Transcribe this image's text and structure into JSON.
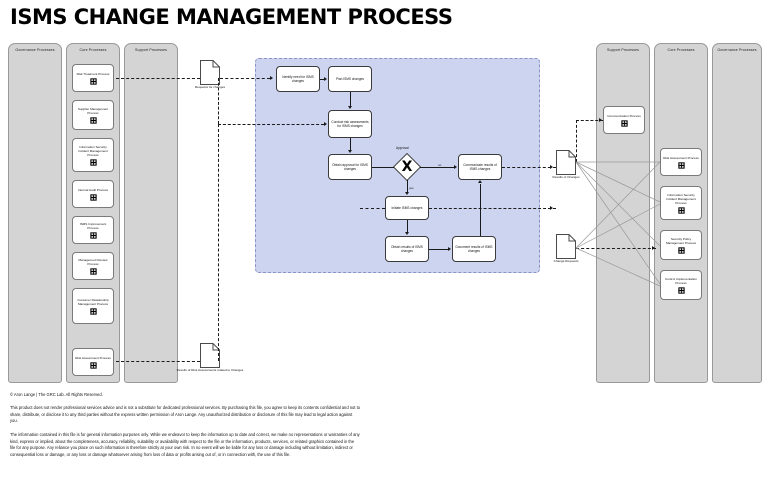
{
  "title": "ISMS CHANGE MANAGEMENT PROCESS",
  "lanes": {
    "left": [
      {
        "label": "Governance Processes"
      },
      {
        "label": "Core Processes"
      },
      {
        "label": "Support Processes"
      }
    ],
    "right": [
      {
        "label": "Support Processes"
      },
      {
        "label": "Core Processes"
      },
      {
        "label": "Governance Processes"
      }
    ]
  },
  "left_core_processes": [
    {
      "label": "Risk Treatment Process",
      "icon": "process-icon"
    },
    {
      "label": "Supplier Management Process",
      "icon": "process-icon"
    },
    {
      "label": "Information Security Incident Management Process",
      "icon": "process-icon"
    },
    {
      "label": "Internal Audit Process",
      "icon": "process-icon"
    },
    {
      "label": "ISMS Improvement Process",
      "icon": "process-icon"
    },
    {
      "label": "Management Review Process",
      "icon": "process-icon"
    },
    {
      "label": "Customer Relationship Management Process",
      "icon": "process-icon"
    },
    {
      "label": "Risk Assessment Process",
      "icon": "process-icon"
    }
  ],
  "right_support_processes": [
    {
      "label": "Communication Process",
      "icon": "process-icon"
    }
  ],
  "right_core_processes": [
    {
      "label": "Risk Assessment Process",
      "icon": "process-icon"
    },
    {
      "label": "Information Security Incident Management Process",
      "icon": "process-icon"
    },
    {
      "label": "Security Policy Management Process",
      "icon": "process-icon"
    },
    {
      "label": "Control Implementation Process",
      "icon": "process-icon"
    }
  ],
  "activities": [
    {
      "id": "identify",
      "label": "Identify need for ISMS changes"
    },
    {
      "id": "plan",
      "label": "Plan ISMS changes"
    },
    {
      "id": "conduct",
      "label": "Conduct risk assessments for ISMS changes"
    },
    {
      "id": "approval",
      "label": "Obtain approval for ISMS changes"
    },
    {
      "id": "communicate",
      "label": "Communicate results of ISMS changes"
    },
    {
      "id": "initiate",
      "label": "Initiate ISMS changes"
    },
    {
      "id": "obtain_results",
      "label": "Obtain results of ISMS changes"
    },
    {
      "id": "document",
      "label": "Document results of ISMS changes"
    }
  ],
  "gateway": {
    "label": "Approval",
    "symbol": "X",
    "branch_no": "no",
    "branch_yes": "yes"
  },
  "documents": [
    {
      "id": "requests_for_changes",
      "label": "Requests for changes"
    },
    {
      "id": "risk_assessment_results",
      "label": "Results of Risk Assessments related to Changes"
    },
    {
      "id": "results_of_changes",
      "label": "Results of Changes"
    },
    {
      "id": "change_requests",
      "label": "Change Requests"
    }
  ],
  "footer": {
    "copyright": "© Aron Lange | The GRC Lab. All Rights Reserved.",
    "paragraph1": "This product does not render professional services advice and is not a substitute for dedicated professional services. By purchasing this file, you agree to keep its contents confidential and not to share, distribute, or disclose it to any third parties without the express written permission of Aron Lange. Any unauthorized distribution or disclosure of this file may lead to legal action against you.",
    "paragraph2": "The information contained in this file is for general information purposes only. While we endeavor to keep the information up to date and correct, we make no representations or warranties of any kind, express or implied, about the completeness, accuracy, reliability, suitability or availability with respect to the file or the information, products, services, or related graphics contained in the file for any purpose. Any reliance you place on such information is therefore strictly at your own risk. In no event will we be liable for any loss or damage including without limitation, indirect or consequential loss or damage, or any loss or damage whatsoever arising from loss of data or profits arising out of, or in connection with, the use of this file."
  },
  "colors": {
    "pool_fill": "#ccd4f0",
    "lane_fill": "#d4d4d4",
    "line": "#1a1a1a"
  }
}
